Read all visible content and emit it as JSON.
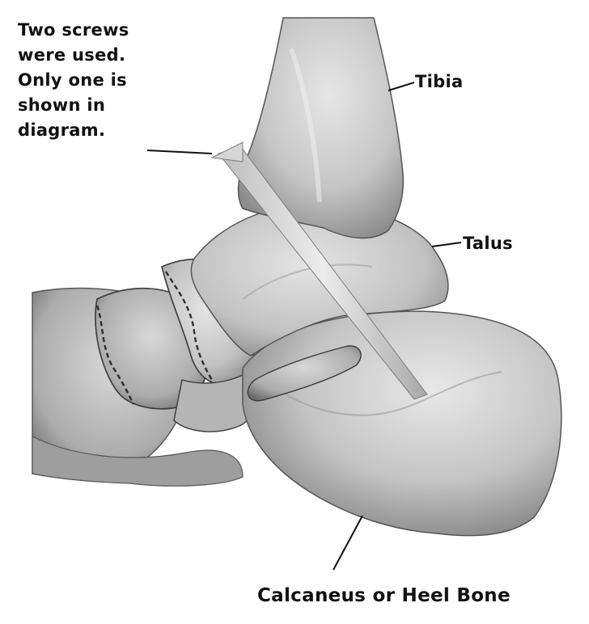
{
  "labels": {
    "note_lines": [
      "Two screws",
      "were used.",
      "Only one is",
      "shown in",
      "diagram."
    ],
    "tibia": "Tibia",
    "talus": "Talus",
    "calcaneus": "Calcaneus or Heel Bone"
  },
  "colors": {
    "background": "#ffffff",
    "bone_light": "#e2e2e2",
    "bone_mid": "#bdbdbd",
    "bone_dark": "#6e6e6e",
    "screw": "#cfcfcf",
    "text": "#111111"
  }
}
